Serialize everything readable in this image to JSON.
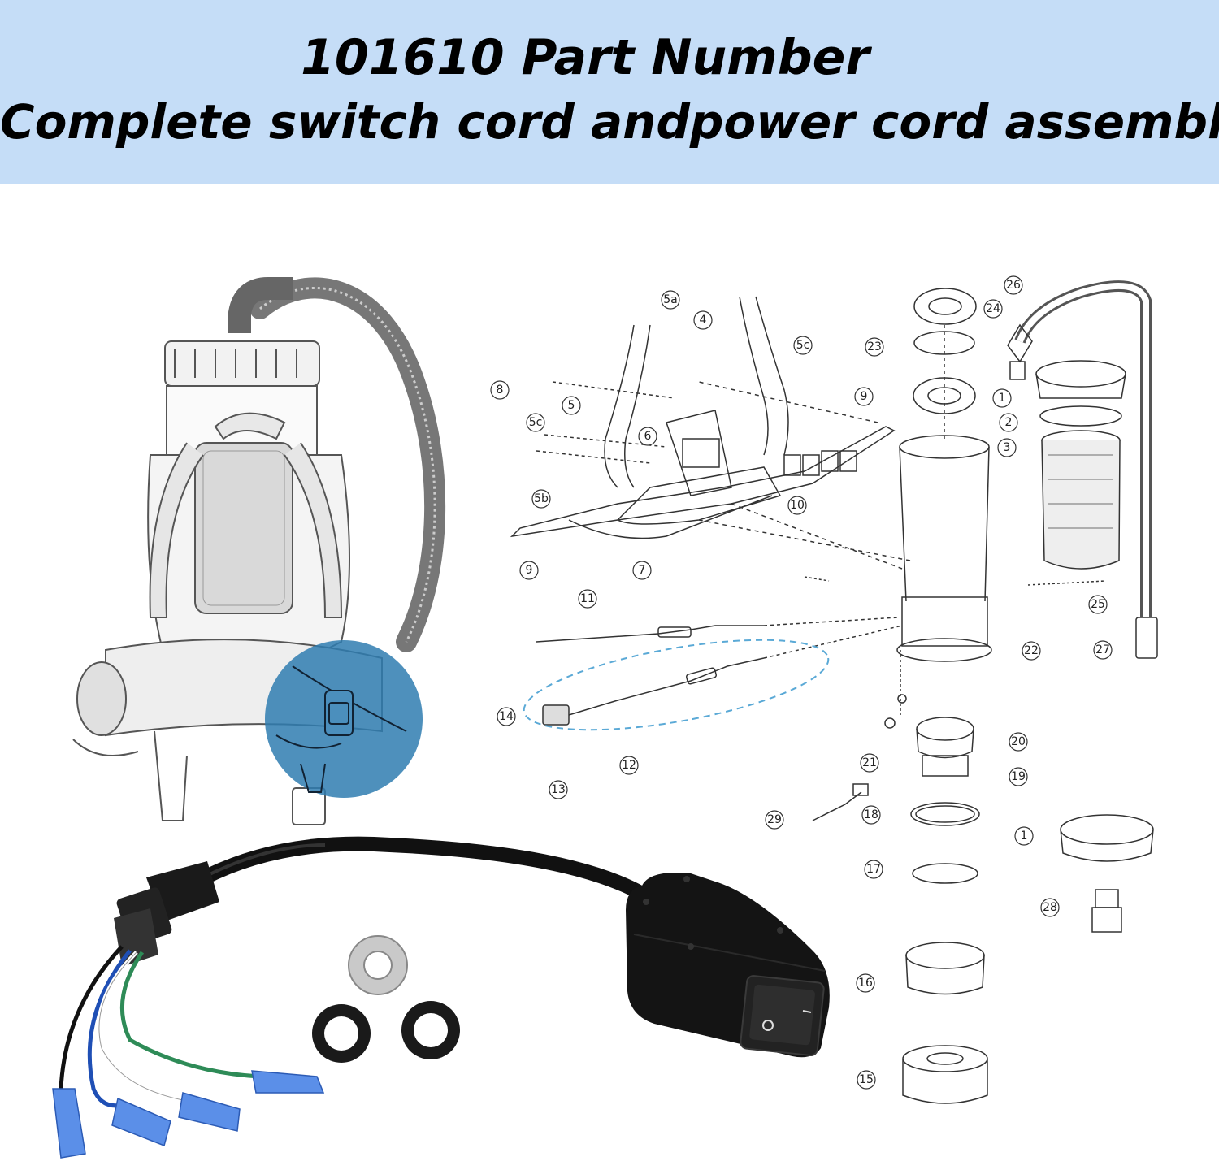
{
  "header": {
    "line1": "101610 Part Number",
    "line2": "Complete switch cord andpower cord assembly"
  },
  "diagram": {
    "callouts": [
      "1",
      "2",
      "3",
      "4",
      "5",
      "5a",
      "5b",
      "5c",
      "6",
      "7",
      "8",
      "9",
      "10",
      "11",
      "12",
      "13",
      "14",
      "15",
      "16",
      "17",
      "18",
      "19",
      "20",
      "21",
      "22",
      "23",
      "24",
      "25",
      "26",
      "27",
      "28",
      "29"
    ]
  },
  "colors": {
    "banner": "#c5ddf7",
    "highlight": "#2f7db0",
    "dashed_outline": "#5aa9d6",
    "wire_green": "#2e8b57",
    "wire_blue": "#1f4fb5",
    "connector_blue": "#5b8fe8"
  },
  "icons": [
    "backpack-vacuum-sketch",
    "switch-cord-photo",
    "exploded-parts-diagram"
  ]
}
